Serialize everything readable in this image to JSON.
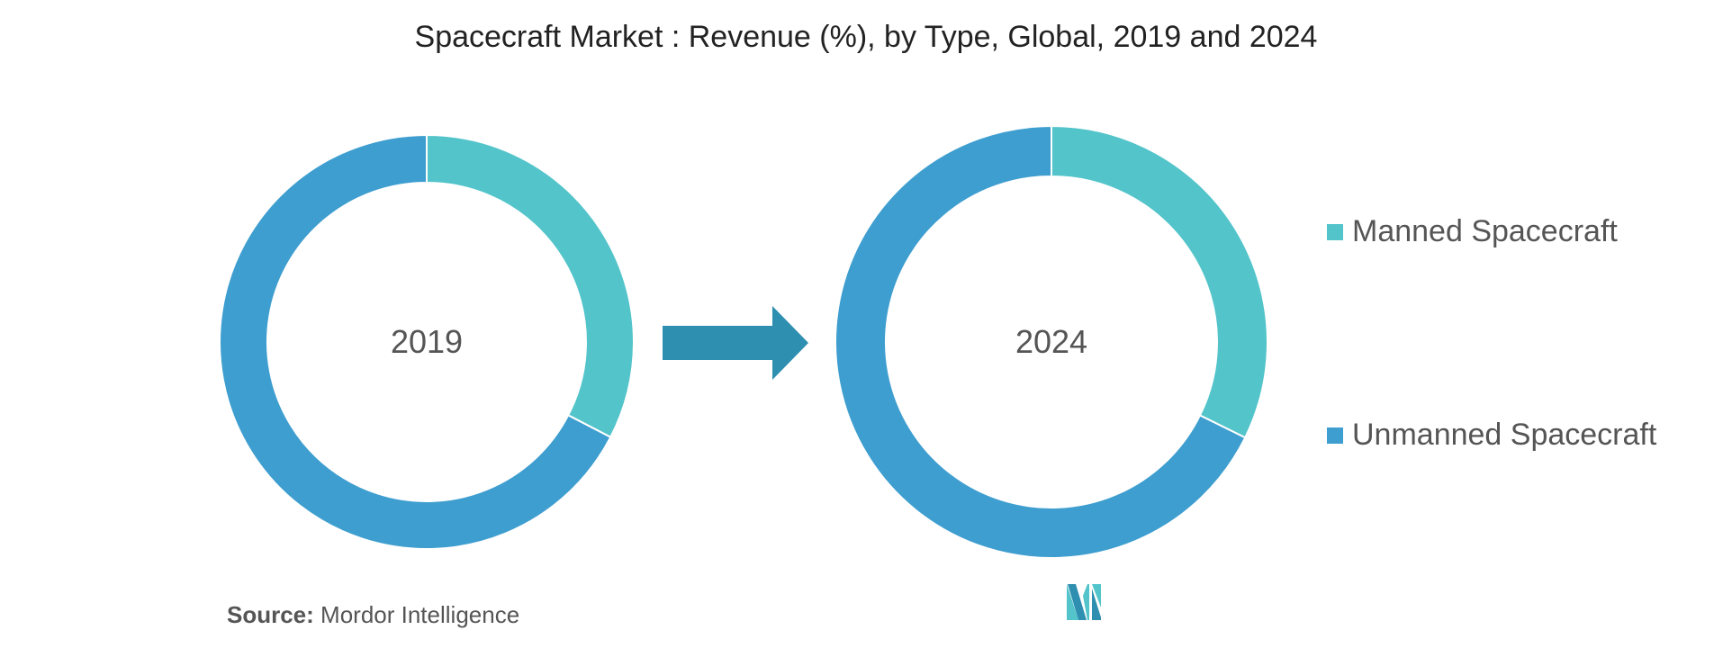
{
  "chart_data": {
    "type": "pie",
    "title": "Spacecraft Market : Revenue (%), by Type, Global, 2019 and 2024",
    "legend_position": "right",
    "series_names": [
      "Manned Spacecraft",
      "Unmanned Spacecraft"
    ],
    "colors": [
      "#52c4ca",
      "#3e9ecf"
    ],
    "charts": [
      {
        "label": "2019",
        "values": [
          32.6,
          67.4
        ]
      },
      {
        "label": "2024",
        "values": [
          32.3,
          67.7
        ]
      }
    ]
  },
  "source_label": "Source:",
  "source_text": "Mordor Intelligence",
  "logo_text": "Mordor Intelligence",
  "arrow_color": "#2e8fb1"
}
